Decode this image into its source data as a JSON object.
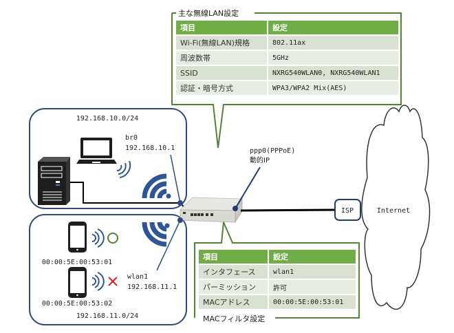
{
  "wlan_settings": {
    "title": "主な無線LAN設定",
    "headers": [
      "項目",
      "設定"
    ],
    "rows": [
      {
        "key": "Wi-Fi(無線LAN)規格",
        "value": "802.11ax"
      },
      {
        "key": "周波数帯",
        "value": "5GHz"
      },
      {
        "key": "SSID",
        "value": "NXRG540WLAN0, NXRG540WLAN1"
      },
      {
        "key": "認証・暗号方式",
        "value": "WPA3/WPA2 Mix(AES)"
      }
    ]
  },
  "mac_filter": {
    "title": "MACフィルタ設定",
    "headers": [
      "項目",
      "設定"
    ],
    "rows": [
      {
        "key": "インタフェース",
        "value": "wlan1"
      },
      {
        "key": "パーミッション",
        "value": "許可"
      },
      {
        "key": "MACアドレス",
        "value": "00:00:5E:00:53:01"
      }
    ]
  },
  "lan0": {
    "subnet": "192.168.10.0/24",
    "if_name": "br0",
    "if_ip": "192.168.10.1"
  },
  "lan1": {
    "subnet": "192.168.11.0/24",
    "if_name": "wlan1",
    "if_ip": "192.168.11.1",
    "devices": [
      {
        "mac": "00:00:5E:00:53:01",
        "status": "allowed",
        "status_symbol": "○"
      },
      {
        "mac": "00:00:5E:00:53:02",
        "status": "denied",
        "status_symbol": "×"
      }
    ]
  },
  "wan": {
    "if_name": "ppp0(PPPoE)",
    "ip": "動的IP"
  },
  "isp_label": "ISP",
  "internet_label": "Internet",
  "colors": {
    "accent_green": "#70ad47",
    "frame_green": "#548235",
    "navy": "#2f4f8f",
    "wifi_blue": "#2e5597",
    "deny_red": "#e02020",
    "allow_green": "#548235"
  }
}
